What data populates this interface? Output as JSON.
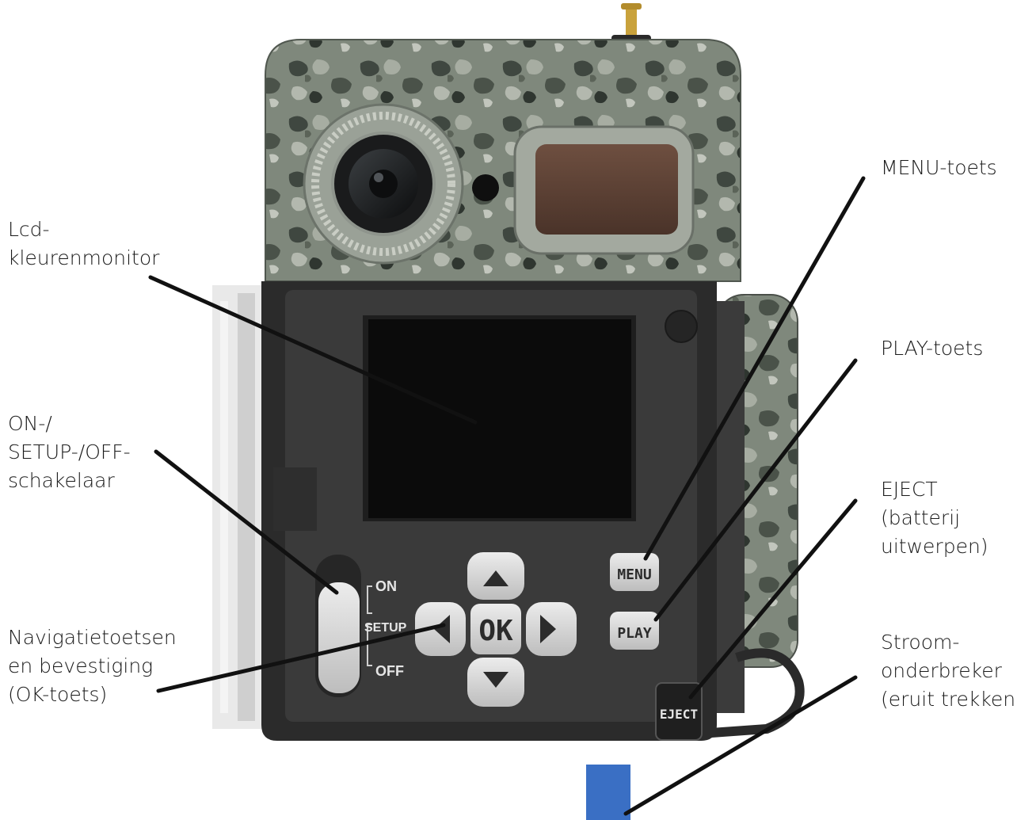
{
  "labels": {
    "lcd": [
      "Lcd-",
      "kleurenmonitor"
    ],
    "switch": [
      "ON-/",
      "SETUP-/OFF-",
      "schakelaar"
    ],
    "nav": [
      "Navigatietoetsen",
      "en bevestiging",
      "(OK-toets)"
    ],
    "menu": [
      "MENU-toets"
    ],
    "play": [
      "PLAY-toets"
    ],
    "eject": [
      "EJECT",
      "(batterij",
      "uitwerpen)"
    ],
    "power": [
      "Stroom-",
      "onderbreker",
      "(eruit trekken)"
    ]
  },
  "device": {
    "buttons": {
      "menu": "MENU",
      "play": "PLAY",
      "eject": "EJECT",
      "ok": "OK"
    },
    "switch_positions": {
      "on": "ON",
      "setup": "SETUP",
      "off": "OFF"
    }
  },
  "colors": {
    "camo_base": "#7d8579",
    "body_dark": "#2b2b2b",
    "face_plate": "#3a3a3a",
    "screen": "#0b0b0b",
    "button_light": "#d9d9d9",
    "blue_tab": "#3a6fc4",
    "text": "#1a1a1a"
  }
}
